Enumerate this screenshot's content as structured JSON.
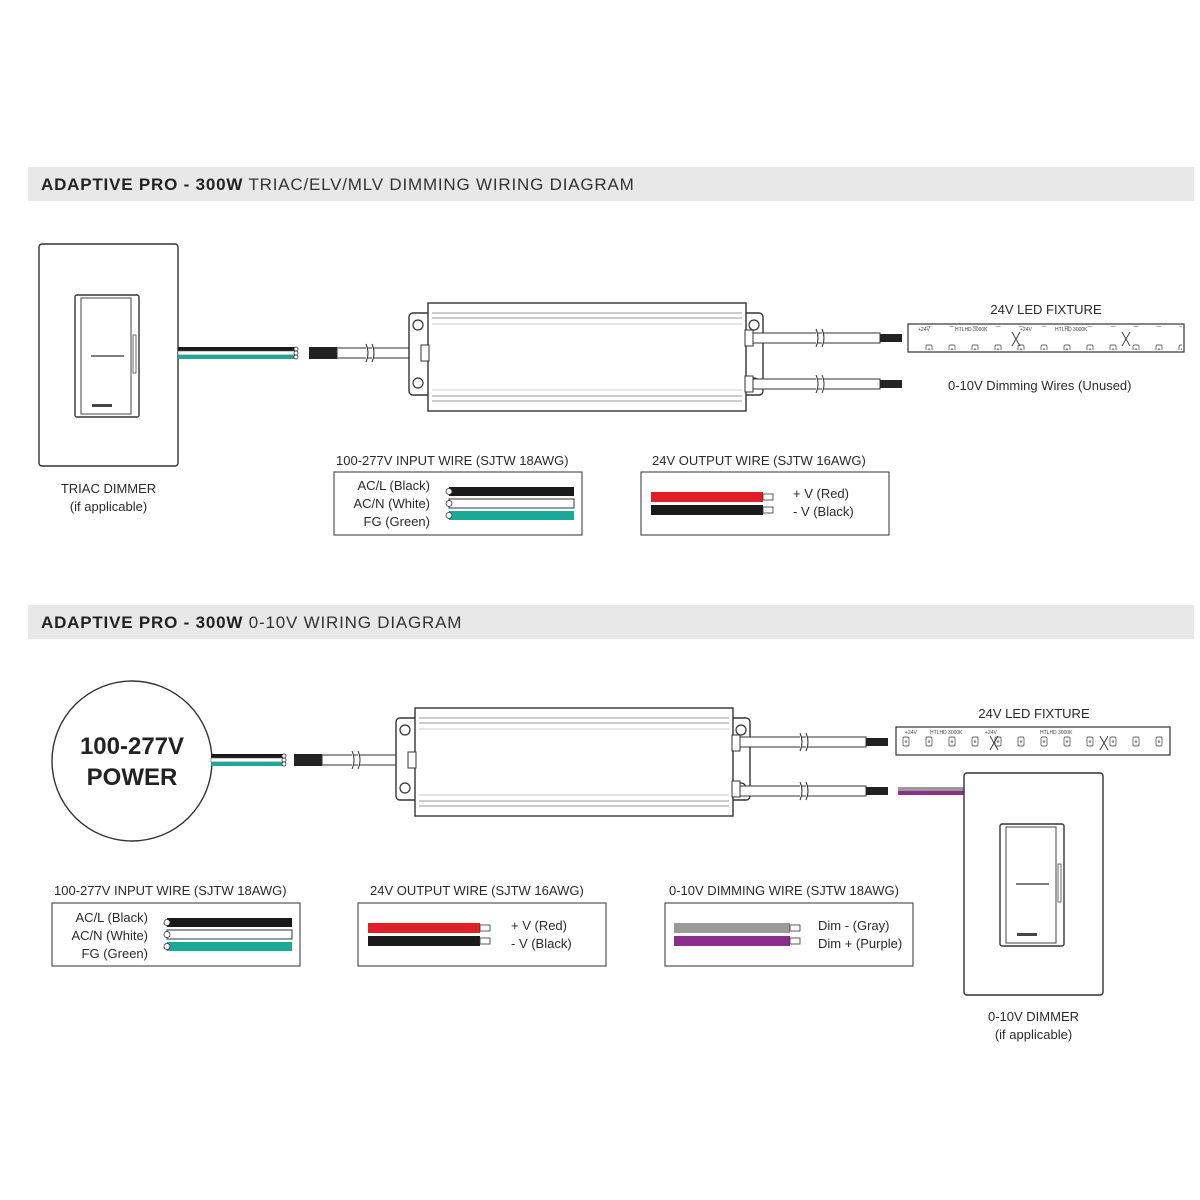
{
  "sections": [
    {
      "title_bold": "ADAPTIVE PRO - 300W",
      "title_rest": " TRIAC/ELV/MLV DIMMING WIRING DIAGRAM"
    },
    {
      "title_bold": "ADAPTIVE PRO - 300W",
      "title_rest": " 0-10V WIRING DIAGRAM"
    }
  ],
  "top": {
    "dimmer_label": "TRIAC DIMMER",
    "dimmer_sub": "(if applicable)",
    "fixture_label": "24V LED FIXTURE",
    "unused_label": "0-10V Dimming Wires (Unused)"
  },
  "bottom": {
    "power_line1": "100-277V",
    "power_line2": "POWER",
    "fixture_label": "24V LED FIXTURE",
    "dimmer_label": "0-10V DIMMER",
    "dimmer_sub": "(if applicable)"
  },
  "legends": {
    "input": {
      "title": "100-277V INPUT WIRE (SJTW 18AWG)",
      "items": [
        "AC/L (Black)",
        "AC/N (White)",
        "FG (Green)"
      ]
    },
    "output": {
      "title": "24V OUTPUT WIRE (SJTW 16AWG)",
      "items": [
        "+ V (Red)",
        "- V (Black)"
      ]
    },
    "dimming": {
      "title": "0-10V DIMMING WIRE (SJTW 18AWG)",
      "items": [
        "Dim - (Gray)",
        "Dim + (Purple)"
      ]
    }
  },
  "strip_marks": {
    "voltage": "+24V",
    "model": "HTLHD 3000K"
  },
  "colors": {
    "wire_black": "#1a1a1a",
    "wire_white": "#ffffff",
    "wire_green": "#1aa899",
    "wire_red": "#e01f26",
    "wire_gray": "#9a9a9a",
    "wire_purple": "#8b2f8f",
    "banner": "#e8e8e8"
  }
}
